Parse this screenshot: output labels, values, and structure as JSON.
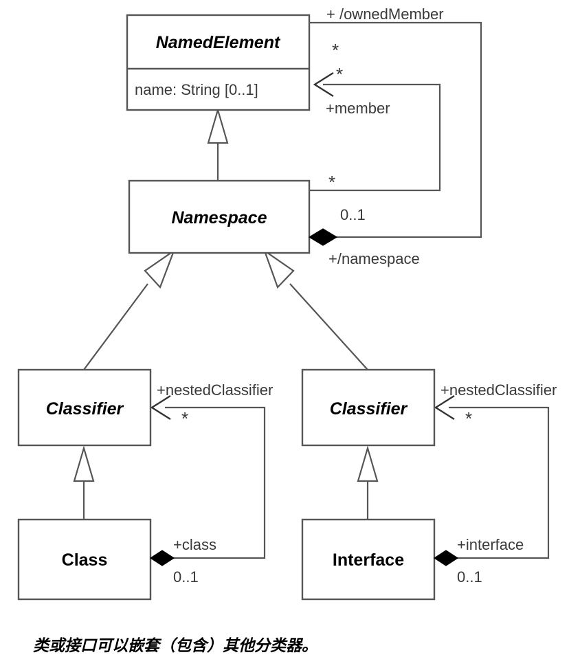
{
  "diagram": {
    "kind": "uml-class-diagram",
    "background_color": "#ffffff",
    "line_color": "#555555",
    "text_color": "#1a1a1a",
    "fill_color": "#ffffff",
    "diamond_color": "#000000"
  },
  "classes": {
    "named_element": {
      "name": "NamedElement",
      "abstract": true,
      "attribute": "name: String [0..1]"
    },
    "namespace": {
      "name": "Namespace",
      "abstract": true
    },
    "classifier_left": {
      "name": "Classifier",
      "abstract": true
    },
    "classifier_right": {
      "name": "Classifier",
      "abstract": true
    },
    "class_box": {
      "name": "Class",
      "abstract": false
    },
    "interface_box": {
      "name": "Interface",
      "abstract": false
    }
  },
  "associations": {
    "owned_member": {
      "role": "+ /ownedMember",
      "multiplicity": "*"
    },
    "member": {
      "role": "+member",
      "multiplicity_target": "*",
      "multiplicity_source": "*"
    },
    "namespace_role": {
      "role": "+/namespace",
      "multiplicity": "0..1"
    },
    "nested_classifier_left": {
      "role": "+nestedClassifier",
      "multiplicity": "*"
    },
    "nested_classifier_right": {
      "role": "+nestedClassifier",
      "multiplicity": "*"
    },
    "class_role": {
      "role": "+class",
      "multiplicity": "0..1"
    },
    "interface_role": {
      "role": "+interface",
      "multiplicity": "0..1"
    }
  },
  "caption": {
    "text": "类或接口可以嵌套（包含）其他分类器。"
  }
}
